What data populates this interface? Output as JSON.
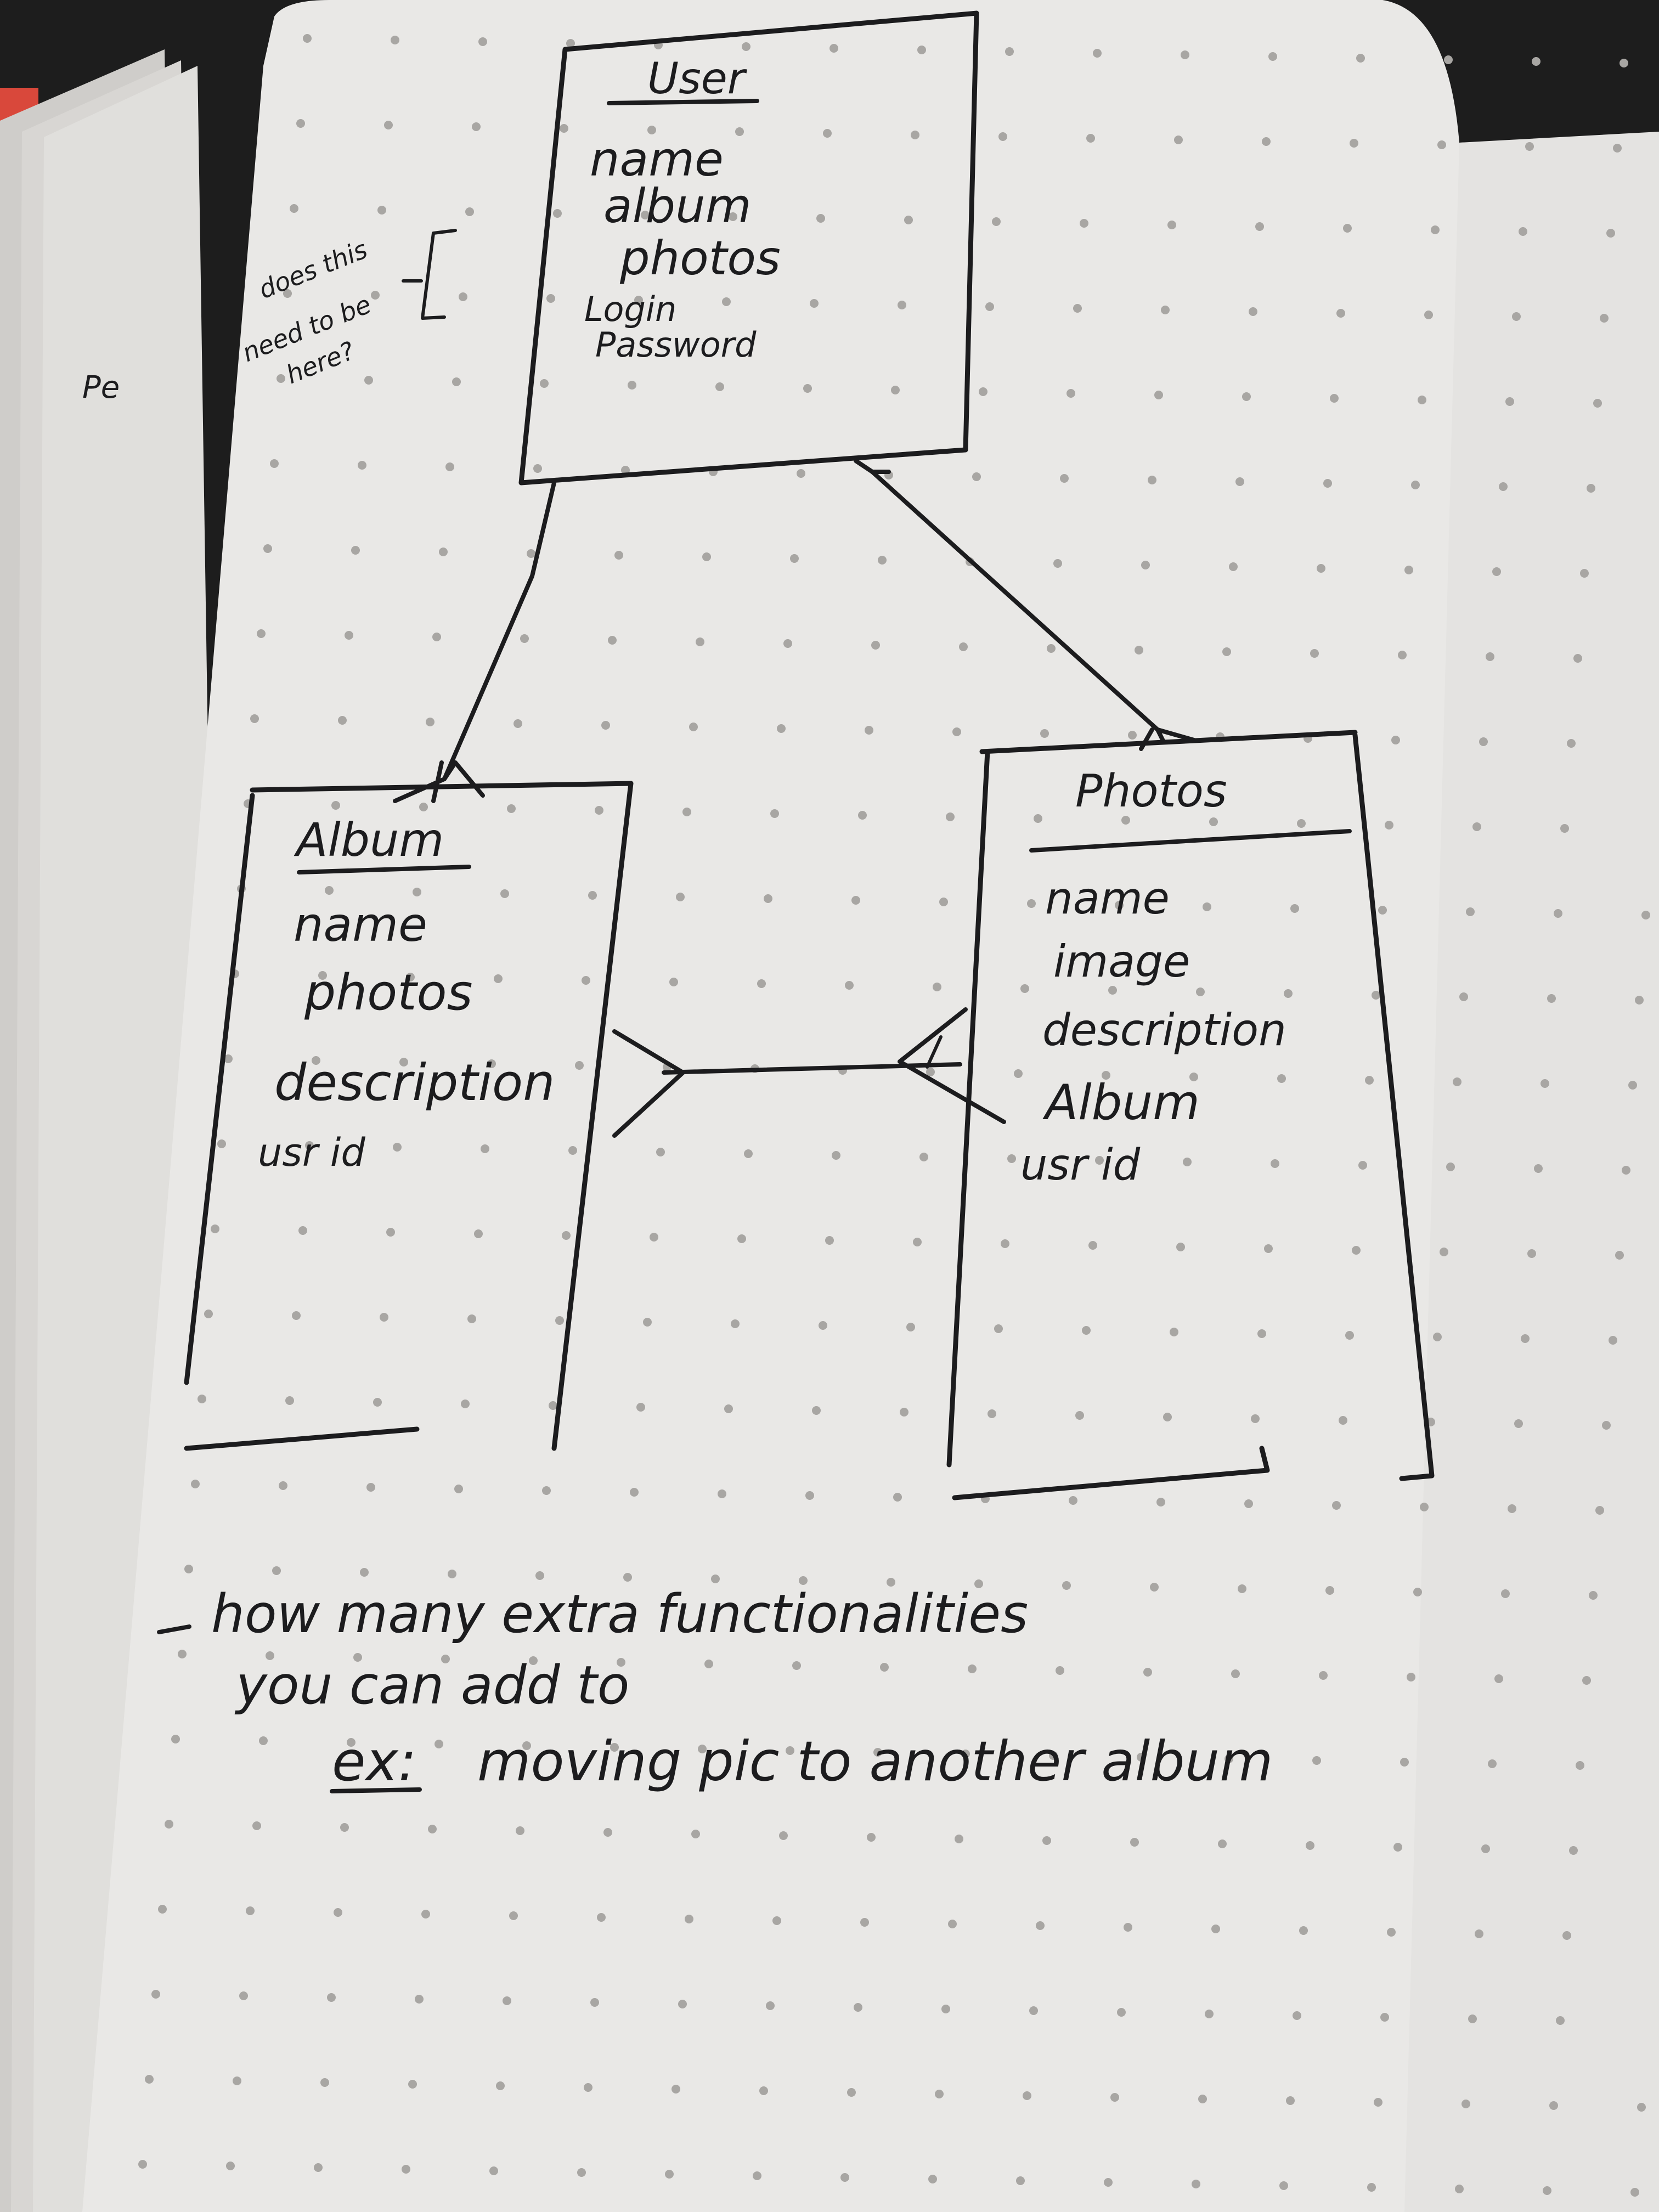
{
  "colors": {
    "paper": "#e9e8e6",
    "paper_left": "#dcdbd8",
    "ink": "#1c1c1e",
    "dot": "#a8a6a3",
    "backdrop": "#1d1d1d",
    "red_tab": "#d9483b"
  },
  "side_note": {
    "lines": [
      "does this",
      "need to be",
      "here?"
    ]
  },
  "left_page_text": "Pe",
  "entities": {
    "user": {
      "title": "User",
      "fields": [
        "name",
        "album",
        "photos",
        "Login",
        "Password"
      ]
    },
    "album": {
      "title": "Album",
      "fields": [
        "name",
        "photos",
        "description",
        "usr id"
      ]
    },
    "photos": {
      "title": "Photos",
      "fields": [
        "name",
        "image",
        "description",
        "Album",
        "usr id"
      ]
    }
  },
  "notes": {
    "line1": "how many extra functionalities",
    "line2": "you can add to",
    "line3_prefix": "ex:",
    "line3_rest": "moving pic to another album"
  }
}
